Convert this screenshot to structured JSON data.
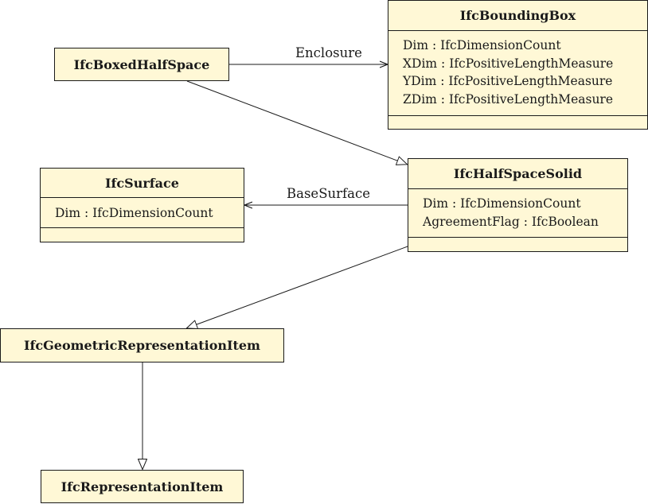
{
  "classes": {
    "bounding_box": {
      "name": "IfcBoundingBox",
      "attributes": [
        {
          "text": "Dim : IfcDimensionCount"
        },
        {
          "text": "XDim : IfcPositiveLengthMeasure"
        },
        {
          "text": "YDim : IfcPositiveLengthMeasure"
        },
        {
          "text": "ZDim : IfcPositiveLengthMeasure"
        }
      ]
    },
    "boxed_half_space": {
      "name": "IfcBoxedHalfSpace"
    },
    "surface": {
      "name": "IfcSurface",
      "attributes": [
        {
          "text": "Dim : IfcDimensionCount"
        }
      ]
    },
    "half_space_solid": {
      "name": "IfcHalfSpaceSolid",
      "attributes": [
        {
          "text": "Dim : IfcDimensionCount"
        },
        {
          "text": "AgreementFlag : IfcBoolean"
        }
      ]
    },
    "geometric_representation_item": {
      "name": "IfcGeometricRepresentationItem"
    },
    "representation_item": {
      "name": "IfcRepresentationItem"
    }
  },
  "associations": {
    "enclosure": "Enclosure",
    "base_surface": "BaseSurface"
  },
  "colors": {
    "class_fill": "#fff8d6",
    "line": "#1a1a1a"
  }
}
